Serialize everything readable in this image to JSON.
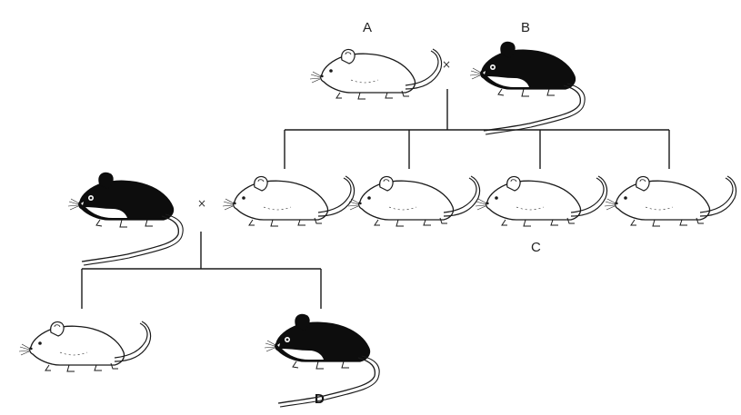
{
  "labels": {
    "A": "A",
    "B": "B",
    "C": "C",
    "D": "D"
  },
  "cross_symbol": "×",
  "mice": [
    {
      "id": "parent-a",
      "coat": "white"
    },
    {
      "id": "parent-b",
      "coat": "black-white"
    },
    {
      "id": "f1-1",
      "coat": "white"
    },
    {
      "id": "f1-2",
      "coat": "white"
    },
    {
      "id": "f1-3",
      "coat": "white"
    },
    {
      "id": "f1-4",
      "coat": "white"
    },
    {
      "id": "testcross-parent",
      "coat": "black-white"
    },
    {
      "id": "offspring-1",
      "coat": "white"
    },
    {
      "id": "offspring-2",
      "coat": "black-white"
    }
  ],
  "colors": {
    "line": "#1a1a1a",
    "black_coat": "#0d0d0d",
    "white_coat": "#ffffff"
  }
}
